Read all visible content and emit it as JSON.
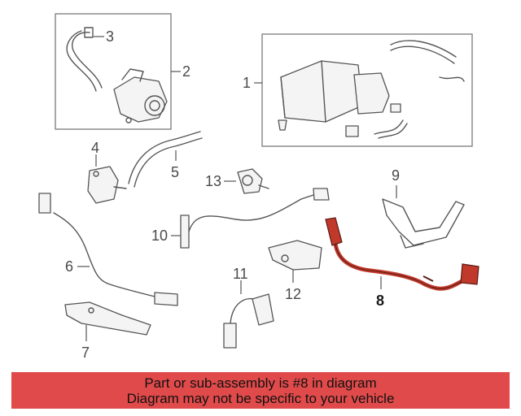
{
  "diagram": {
    "callouts": [
      "1",
      "2",
      "3",
      "4",
      "5",
      "6",
      "7",
      "8",
      "9",
      "10",
      "11",
      "12",
      "13"
    ],
    "highlighted_part": "8",
    "colors": {
      "highlight": "#c0392b",
      "banner_background": "#e04a4a",
      "line_art": "#555555"
    }
  },
  "banner": {
    "line1": "Part or sub-assembly is #8 in diagram",
    "line2": "Diagram may not be specific to your vehicle"
  }
}
